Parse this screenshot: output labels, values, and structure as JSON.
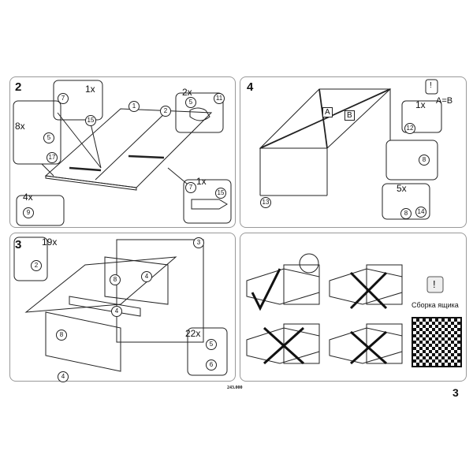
{
  "steps": {
    "s2": {
      "number": "2",
      "quantities": [
        "1x",
        "2x",
        "8x",
        "4x",
        "1x"
      ],
      "parts": [
        "1",
        "2",
        "7",
        "15",
        "5",
        "11",
        "5",
        "17",
        "9",
        "7",
        "15"
      ]
    },
    "s4": {
      "number": "4",
      "quantities": [
        "1x",
        "5x"
      ],
      "formula": "A=B",
      "letters": [
        "A",
        "B"
      ],
      "parts": [
        "12",
        "8",
        "13",
        "8",
        "14"
      ]
    },
    "s3": {
      "number": "3",
      "quantities": [
        "19x",
        "22x"
      ],
      "parts": [
        "2",
        "3",
        "8",
        "4",
        "4",
        "8",
        "4",
        "5",
        "6"
      ]
    },
    "s5": {
      "caption": "Сборка ящика",
      "warning_icon": "exclamation-icon"
    }
  },
  "footer": {
    "code": "243.000",
    "page_number": "3"
  }
}
